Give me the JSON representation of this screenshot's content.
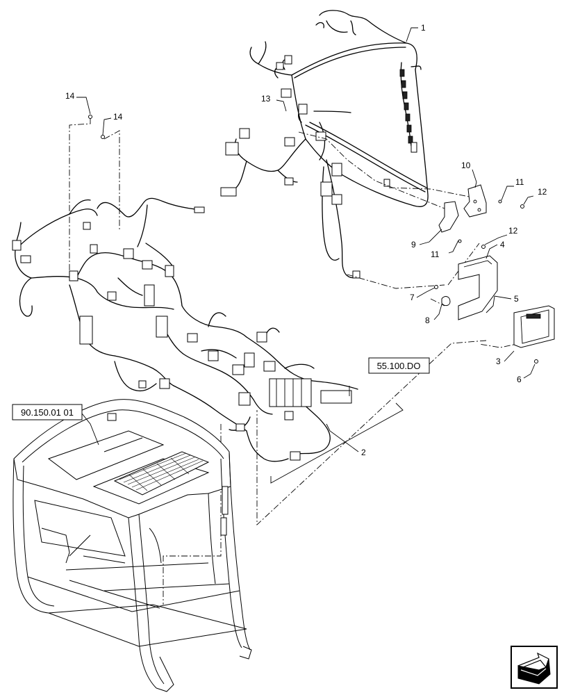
{
  "callouts": {
    "c1": "1",
    "c2": "2",
    "c3": "3",
    "c4": "4",
    "c5": "5",
    "c6": "6",
    "c7": "7",
    "c8": "8",
    "c9": "9",
    "c10": "10",
    "c11a": "11",
    "c11b": "11",
    "c12a": "12",
    "c12b": "12",
    "c13": "13",
    "c14a": "14",
    "c14b": "14"
  },
  "references": {
    "ref_harness": "55.100.DO",
    "ref_cab": "90.150.01 01"
  },
  "icons": {
    "nav": "next-page-arrow-icon"
  }
}
